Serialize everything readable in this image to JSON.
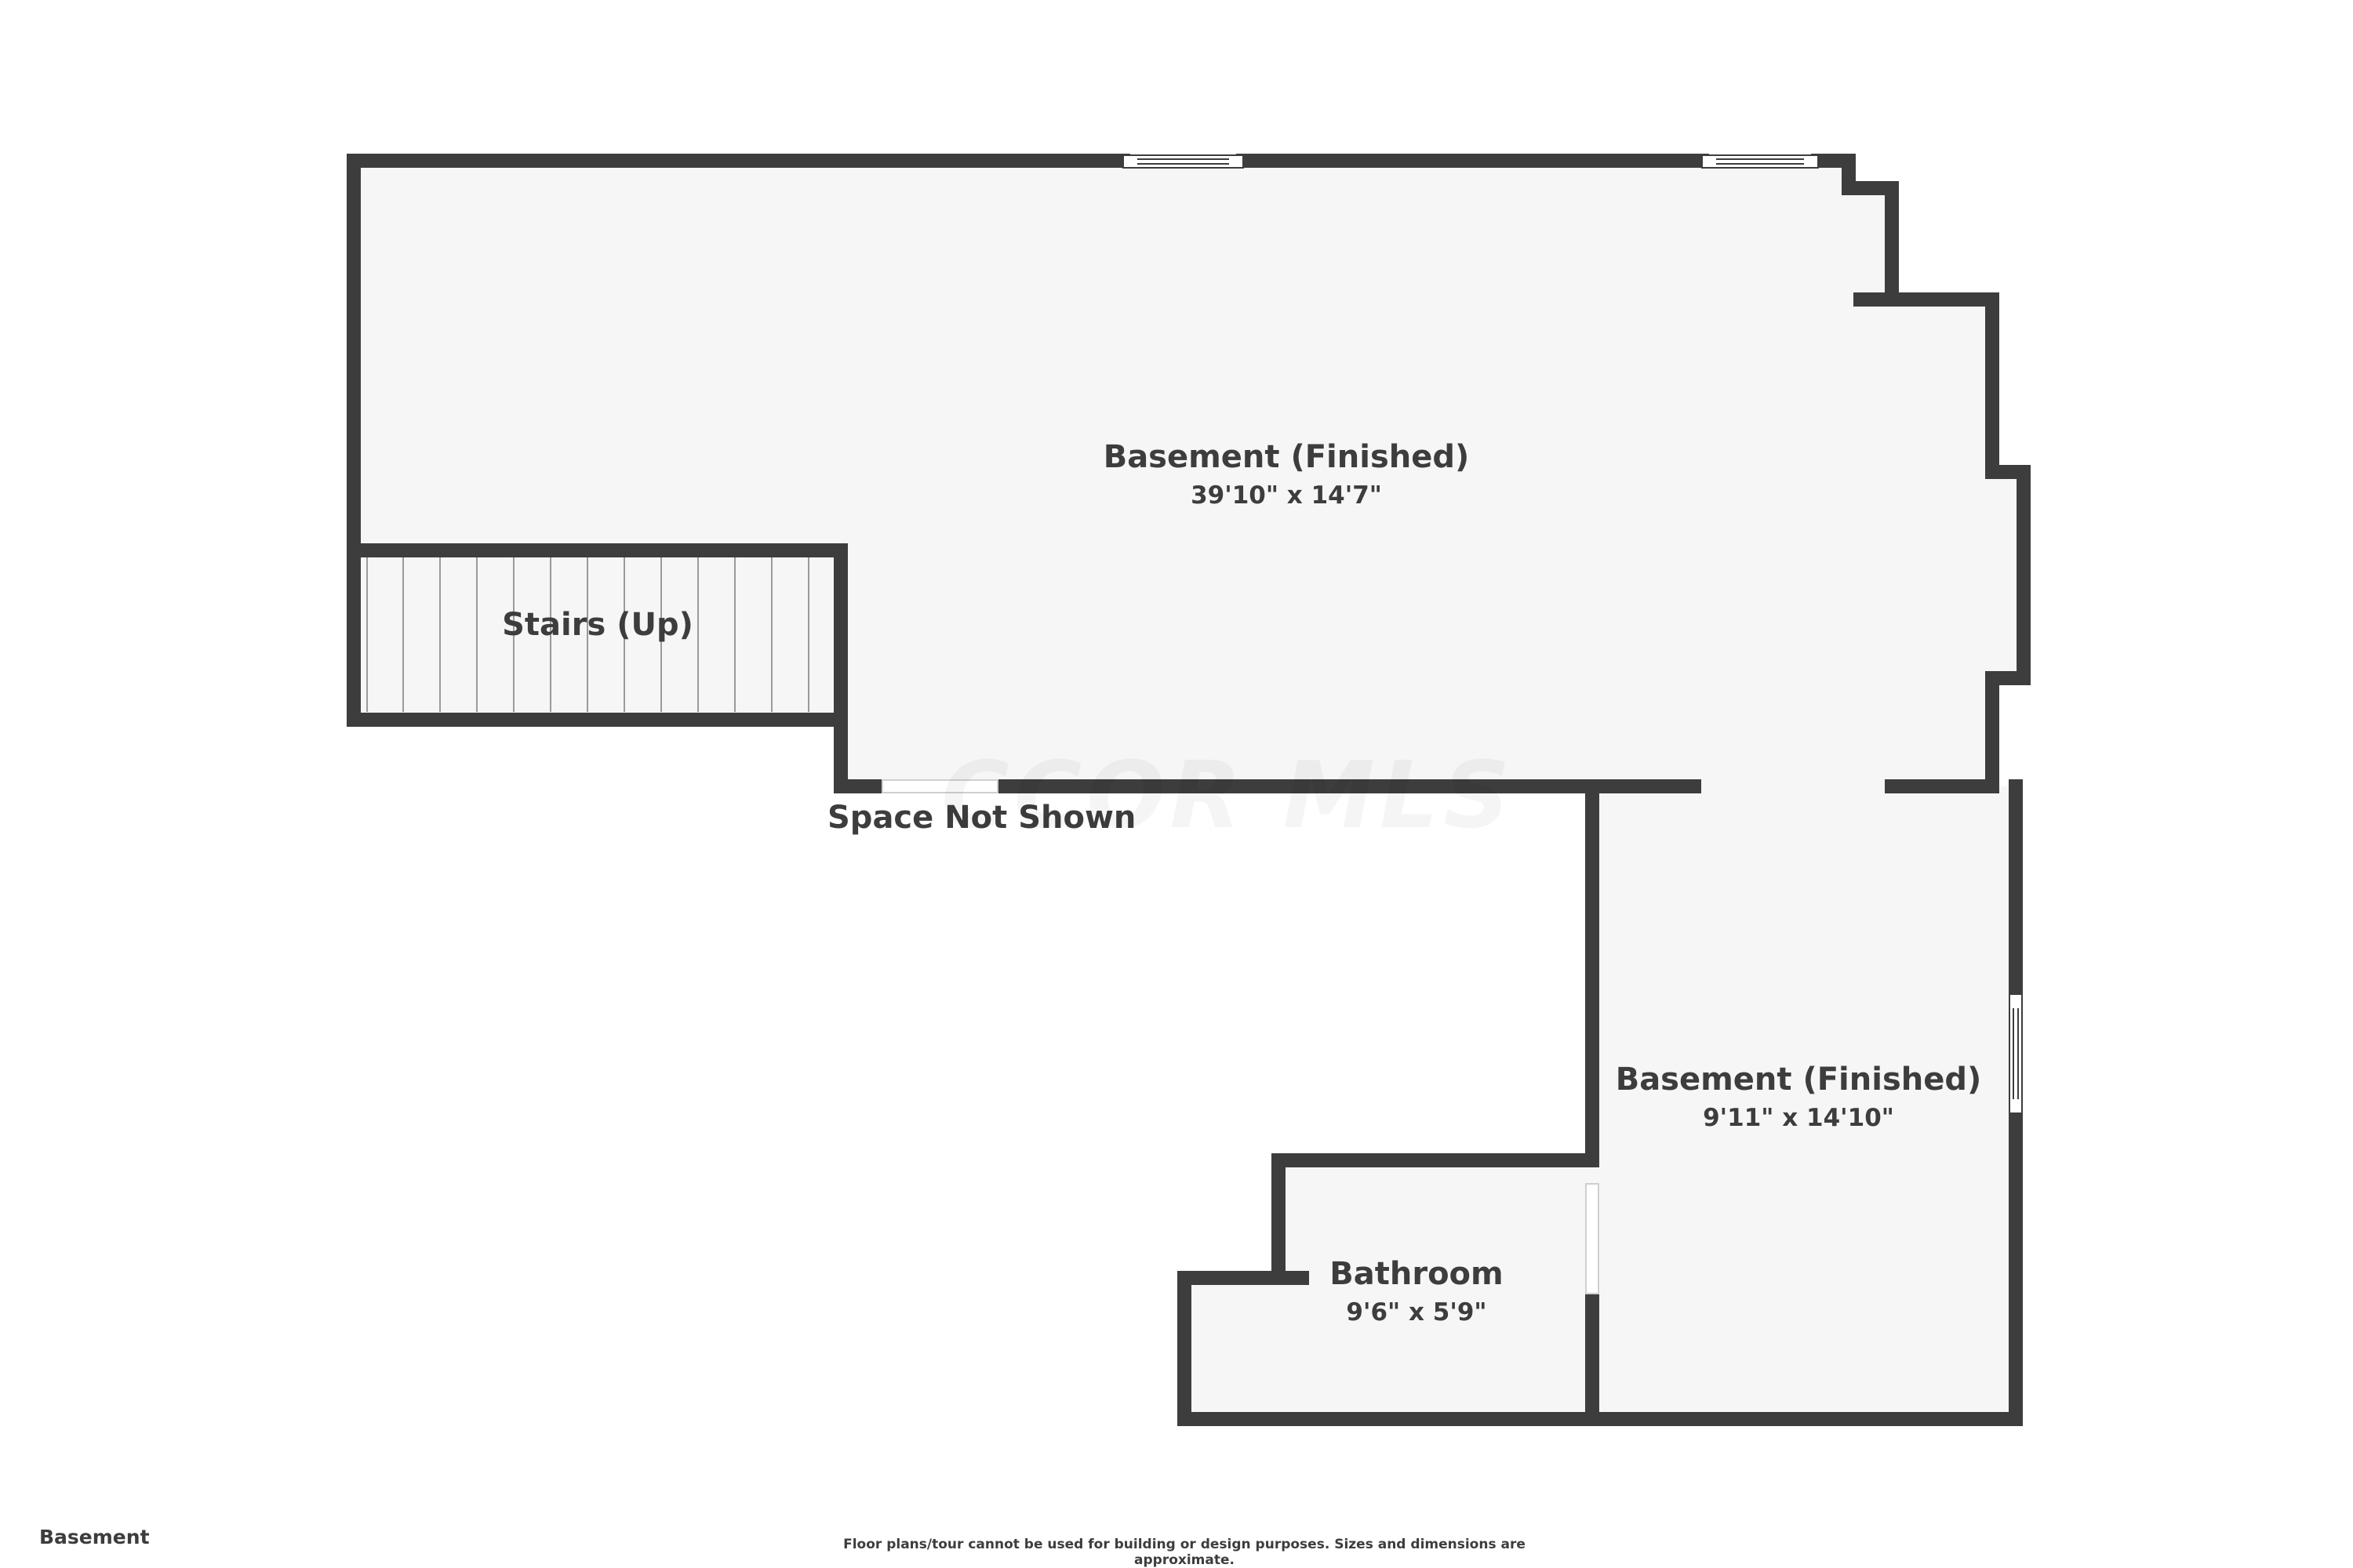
{
  "watermark": "CCOR MLS",
  "rooms": {
    "main_basement": {
      "name": "Basement (Finished)",
      "dimensions": "39'10\" x 14'7\""
    },
    "stairs": {
      "name": "Stairs (Up)"
    },
    "space_not_shown": {
      "name": "Space Not Shown"
    },
    "side_basement": {
      "name": "Basement (Finished)",
      "dimensions": "9'11\" x 14'10\""
    },
    "bathroom": {
      "name": "Bathroom",
      "dimensions": "9'6\" x 5'9\""
    }
  },
  "footer": {
    "floor_label": "Basement",
    "disclaimer": "Floor plans/tour cannot be used for building or design purposes. Sizes and dimensions are approximate."
  },
  "colors": {
    "wall": "#3d3d3d",
    "floor": "#f6f6f6",
    "background": "#ffffff"
  }
}
